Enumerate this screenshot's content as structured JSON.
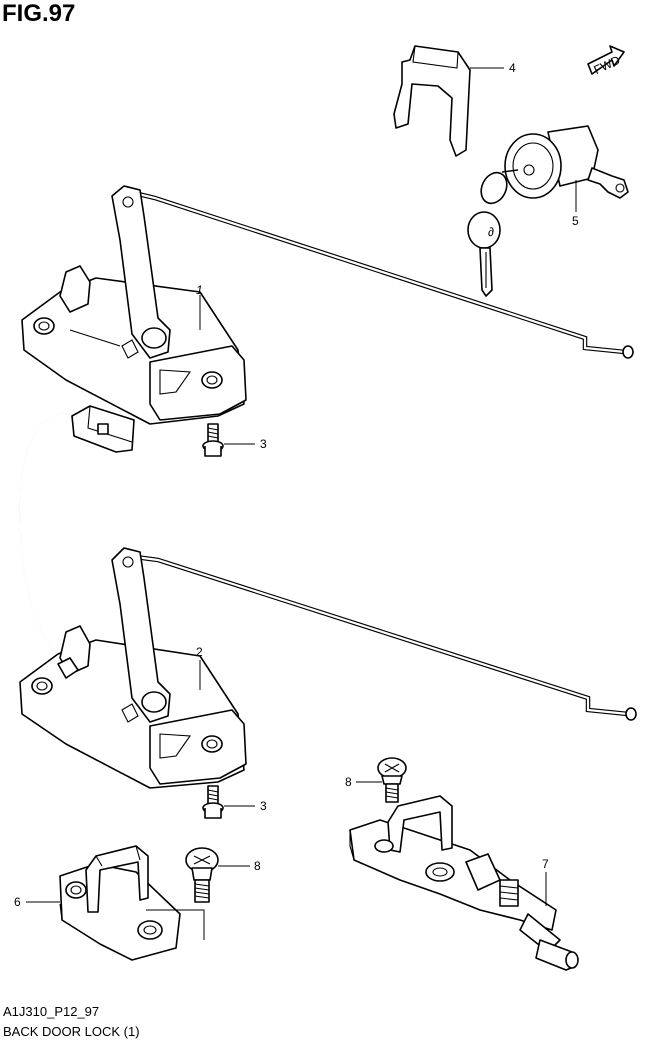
{
  "figure_title": "FIG.97",
  "drawing_code": "A1J310_P12_97",
  "caption": "BACK DOOR LOCK (1)",
  "fwd_label": "FWD",
  "callouts": {
    "c1": "1",
    "c2": "2",
    "c3a": "3",
    "c3b": "3",
    "c4": "4",
    "c5": "5",
    "c6": "6",
    "c7": "7",
    "c8a": "8",
    "c8b": "8"
  }
}
